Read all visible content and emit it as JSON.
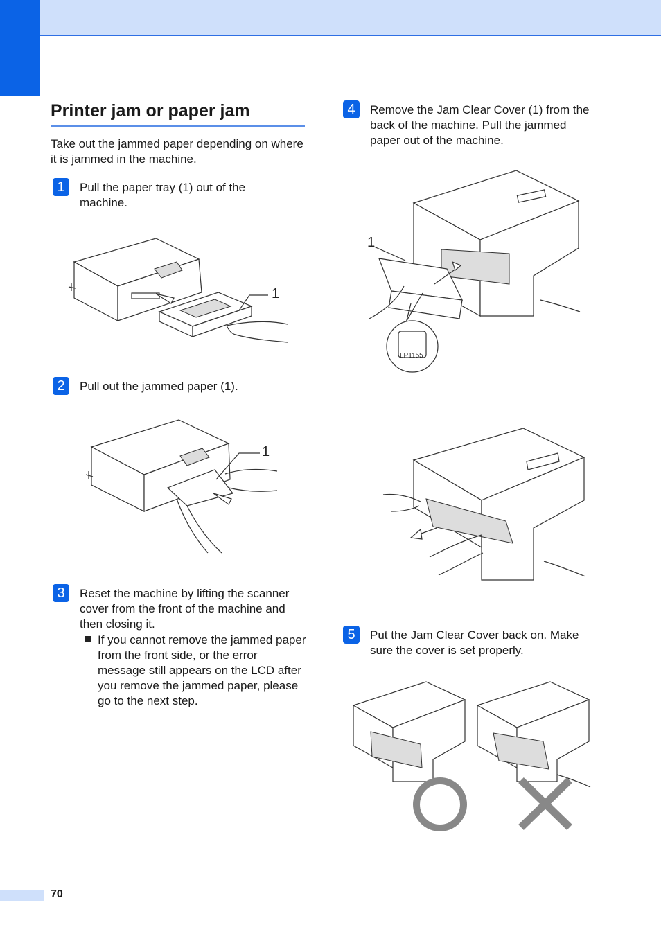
{
  "page": {
    "number": "70",
    "title": "Printer jam or paper jam",
    "intro": "Take out the jammed paper depending on where it is jammed in the machine."
  },
  "steps": [
    {
      "badge": "1",
      "text": "Pull the paper tray (1) out of the machine."
    },
    {
      "badge": "2",
      "text": "Pull out the jammed paper (1)."
    },
    {
      "badge": "3",
      "text": "Reset the machine by lifting the scanner cover from the front of the machine and then closing it."
    },
    {
      "badge": "4",
      "text": "Remove the Jam Clear Cover (1) from the back of the machine. Pull the jammed paper out of the machine."
    },
    {
      "badge": "5",
      "text": "Put the Jam Clear Cover back on. Make sure the cover is set properly."
    }
  ],
  "step3_bullet": "If you cannot remove the jammed paper from the front side, or the error message still appears on the LCD after you remove the jammed paper, please go to the next step.",
  "figures": {
    "callout_label": "1",
    "lever_label": "LP1155"
  },
  "colors": {
    "accent": "#0b63e6",
    "band": "#cfe0fb",
    "rule": "#5b8fe8"
  }
}
